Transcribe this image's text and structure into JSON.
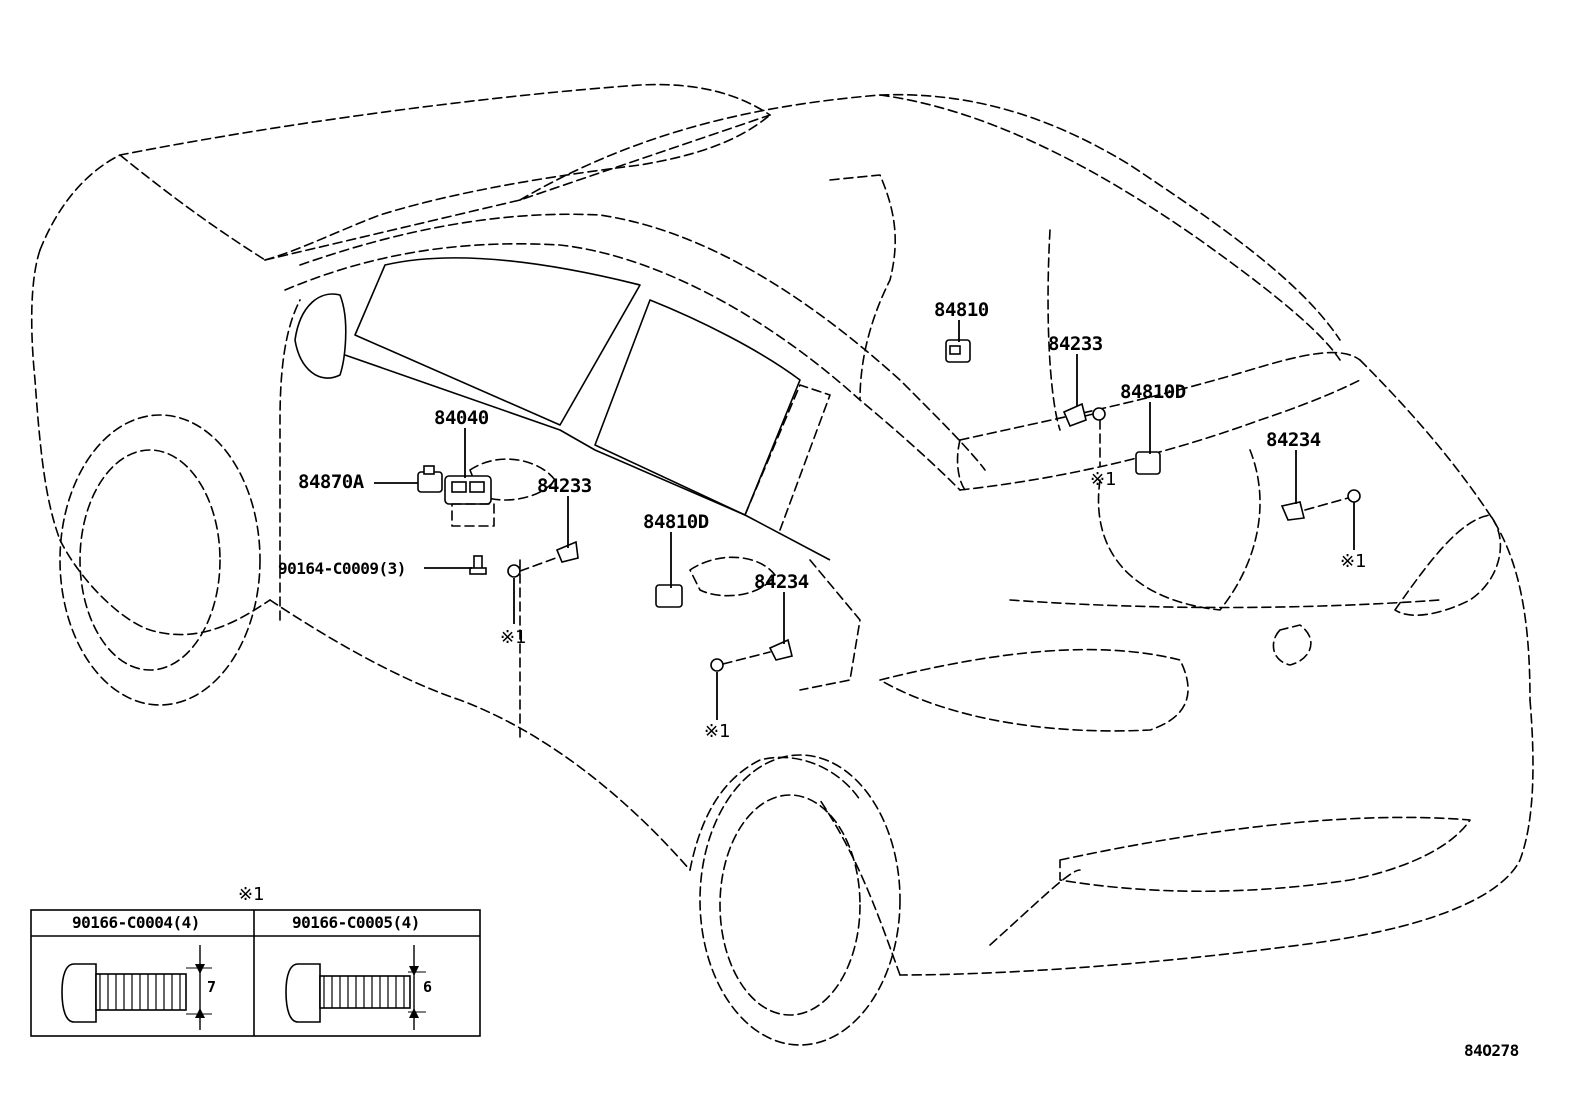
{
  "diagram_code": "84O278",
  "callouts": {
    "part_84810": "84810",
    "part_84233_top": "84233",
    "part_84810D_top": "84810D",
    "part_84234_right": "84234",
    "part_84040": "84040",
    "part_84870A": "84870A",
    "part_84233_mid": "84233",
    "part_90164": "90164-C0009(3)",
    "part_84810D_mid": "84810D",
    "part_84234_mid": "84234"
  },
  "refs": {
    "ref_a": "※1",
    "ref_b": "※1",
    "ref_c": "※1",
    "ref_d": "※1"
  },
  "legend": {
    "marker": "※1",
    "col1_part": "90166-C0004(4)",
    "col1_dim": "7",
    "col2_part": "90166-C0005(4)",
    "col2_dim": "6"
  }
}
